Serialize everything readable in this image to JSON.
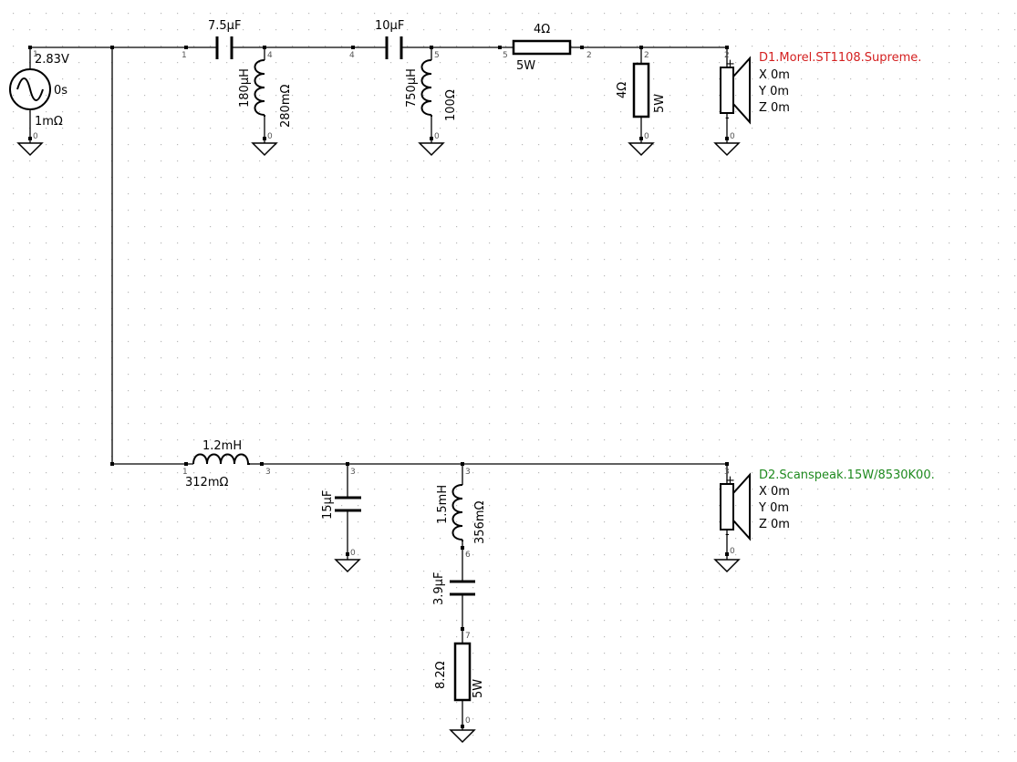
{
  "source": {
    "voltage": "2.83V",
    "delay": "0s",
    "resistance": "1mΩ",
    "node_top": "1",
    "node_bottom": "0"
  },
  "tweeter_filter": {
    "c1_value": "7.5µF",
    "l1_inductance": "180µH",
    "l1_resistance": "280mΩ",
    "c2_value": "10µF",
    "l2_inductance": "750µH",
    "l2_resistance": "100Ω",
    "r_series_value": "4Ω",
    "r_series_power": "5W",
    "r_shunt_value": "4Ω",
    "r_shunt_power": "5W",
    "nodes": {
      "c1_left": "1",
      "c1_right": "4",
      "c2_left": "4",
      "c2_right": "5",
      "r_left": "5",
      "r_right": "2",
      "l1_top": "4",
      "l1_bottom": "0",
      "l2_top": "5",
      "l2_bottom": "0",
      "rs_top": "2",
      "rs_bottom": "0",
      "d1_plus": "2",
      "d1_minus": "0"
    }
  },
  "woofer_filter": {
    "l1_inductance": "1.2mH",
    "l1_resistance": "312mΩ",
    "c1_value": "15µF",
    "l2_inductance": "1.5mH",
    "l2_resistance": "356mΩ",
    "c2_value": "3.9µF",
    "r_value": "8.2Ω",
    "r_power": "5W",
    "nodes": {
      "l1_left": "1",
      "l1_right": "3",
      "c1_top": "3",
      "c1_bottom": "0",
      "l2_top": "3",
      "l2_bottom": "6",
      "r_top": "7",
      "r_bottom": "0",
      "d2_plus": "3",
      "d2_minus": "0"
    }
  },
  "drivers": [
    {
      "name": "D1.Morel.ST1108.Supreme.",
      "color": "#d42020",
      "x": "X  0m",
      "y": "Y  0m",
      "z": "Z  0m",
      "plus": "+",
      "minus": "-"
    },
    {
      "name": "D2.Scanspeak.15W/8530K00.",
      "color": "#1f8a1f",
      "x": "X  0m",
      "y": "Y  0m",
      "z": "Z  0m",
      "plus": "+",
      "minus": "-"
    }
  ],
  "grid_color": "#b9b9b9"
}
